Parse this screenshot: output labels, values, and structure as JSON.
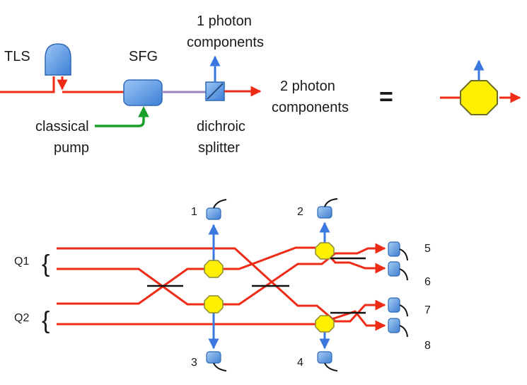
{
  "top": {
    "tls_label": "TLS",
    "sfg_label": "SFG",
    "one_photon_line1": "1 photon",
    "one_photon_line2": "components",
    "two_photon_line1": "2 photon",
    "two_photon_line2": "components",
    "pump_line1": "classical",
    "pump_line2": "pump",
    "splitter_line1": "dichroic",
    "splitter_line2": "splitter",
    "equals": "="
  },
  "bottom": {
    "qubit_labels": [
      "Q1",
      "Q2"
    ],
    "brace": "{",
    "detector_labels": [
      "1",
      "2",
      "3",
      "4",
      "5",
      "6",
      "7",
      "8"
    ]
  },
  "colors": {
    "photon_path": "#ee2b16",
    "converted_photon": "#3a78e0",
    "classical_pump": "#19a02a",
    "sfg_output": "#9a86bf",
    "nonlinear_element": "#ffef00",
    "device_fill": "#5b9be0"
  }
}
